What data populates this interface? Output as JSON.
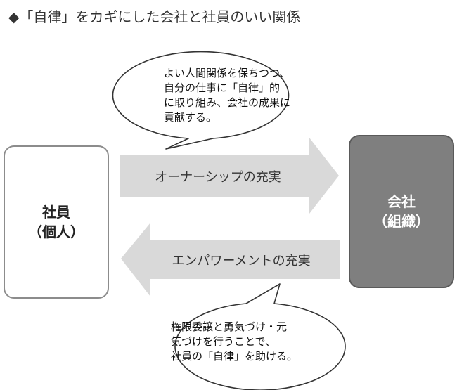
{
  "heading": "◆「自律」をカギにした会社と社員のいい関係",
  "employee_box": {
    "line1": "社員",
    "line2": "（個人）"
  },
  "company_box": {
    "line1": "会社",
    "line2": "（組織）"
  },
  "arrow_right_label": "オーナーシップの充実",
  "arrow_left_label": "エンパワーメントの充実",
  "bubble_top": {
    "lines": [
      "よい人間関係を保ちつつ、",
      "自分の仕事に「自律」的",
      "に取り組み、会社の成果に",
      "貢献する。"
    ]
  },
  "bubble_bottom": {
    "lines": [
      "権限委譲と勇気づけ・元",
      "気づけを行うことで、",
      "社員の「自律」を助ける。"
    ]
  },
  "colors": {
    "arrow_fill": "#d9d9d9",
    "company_fill": "#7f7f7f",
    "company_border": "#5a5a5a",
    "employee_border": "#8c8c8c"
  }
}
